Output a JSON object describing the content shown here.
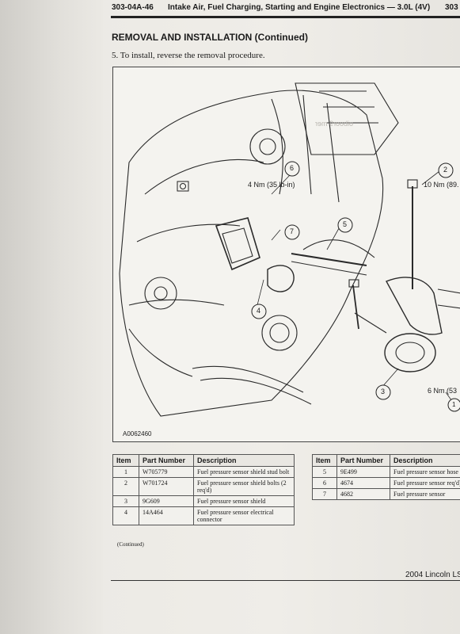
{
  "header": {
    "code": "303-04A-46",
    "title": "Intake Air, Fuel Charging, Starting and Engine Electronics — 3.0L (4V)",
    "code_right": "303"
  },
  "section": {
    "title": "REMOVAL AND INSTALLATION (Continued)"
  },
  "step": {
    "text": "5.   To install, reverse the removal procedure."
  },
  "figure": {
    "id": "A0062460",
    "callouts": {
      "c1": "1",
      "c2": "2",
      "c3": "3",
      "c4": "4",
      "c5": "5",
      "c6": "6",
      "c7": "7"
    },
    "torques": {
      "t4": "4 Nm (35 lb-in)",
      "t10": "10 Nm (89.",
      "t6": "6 Nm (53"
    }
  },
  "parts_table": {
    "headers": [
      "Item",
      "Part Number",
      "Description"
    ],
    "left_rows": [
      {
        "item": "1",
        "part": "W705779",
        "desc": "Fuel pressure sensor shield stud bolt"
      },
      {
        "item": "2",
        "part": "W701724",
        "desc": "Fuel pressure sensor shield bolts (2 req'd)"
      },
      {
        "item": "3",
        "part": "9G609",
        "desc": "Fuel pressure sensor shield"
      },
      {
        "item": "4",
        "part": "14A464",
        "desc": "Fuel pressure sensor electrical connector"
      }
    ],
    "right_rows": [
      {
        "item": "5",
        "part": "9E499",
        "desc": "Fuel pressure sensor hose"
      },
      {
        "item": "6",
        "part": "4674",
        "desc": "Fuel pressure sensor req'd)"
      },
      {
        "item": "7",
        "part": "4682",
        "desc": "Fuel pressure sensor"
      }
    ],
    "continued": "(Continued)"
  },
  "footer": {
    "text": "2004 Lincoln LS"
  }
}
